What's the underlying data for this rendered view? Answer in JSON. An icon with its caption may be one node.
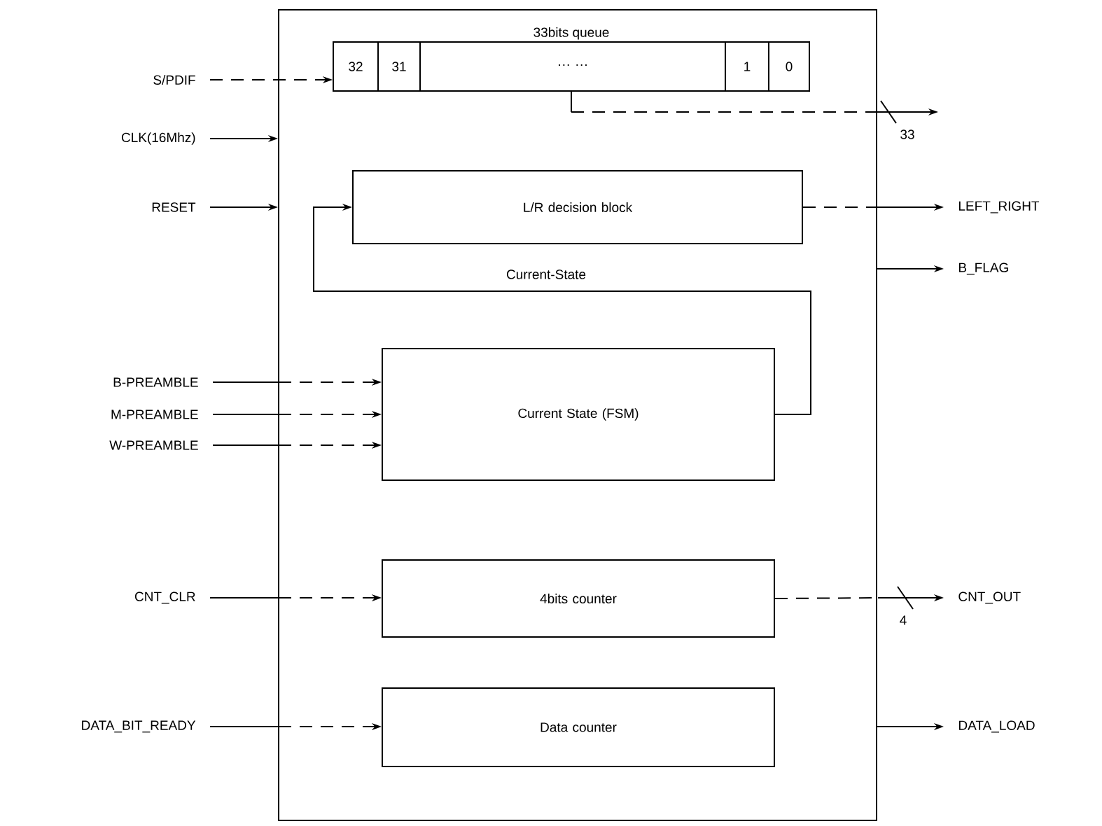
{
  "diagram": {
    "nodes": [
      {
        "text": [],
        "shape": "box"
      },
      {
        "text": [
          "33bits queue"
        ],
        "in": 0
      },
      {
        "text": [
          "32"
        ],
        "in": 1
      },
      {
        "text": [
          "31"
        ],
        "in": 1
      },
      {
        "text": [
          "··· ···"
        ],
        "in": 1
      },
      {
        "text": [
          "1"
        ],
        "in": 1
      },
      {
        "text": [
          "0"
        ],
        "in": 1
      },
      {
        "text": [
          "L/R decision block"
        ],
        "in": 0
      },
      {
        "text": [
          "Current State (FSM)"
        ],
        "in": 0
      },
      {
        "text": [
          "4bits counter"
        ],
        "in": 0
      },
      {
        "text": [
          "Data counter"
        ],
        "in": 0
      },
      {
        "text": [
          "S/PDIF"
        ]
      },
      {
        "text": [
          "CLK(16Mhz)"
        ]
      },
      {
        "text": [
          "RESET"
        ]
      },
      {
        "text": [
          "B-PREAMBLE"
        ]
      },
      {
        "text": [
          "M-PREAMBLE"
        ]
      },
      {
        "text": [
          "W-PREAMBLE"
        ]
      },
      {
        "text": [
          "CNT_CLR"
        ]
      },
      {
        "text": [
          "DATA_BIT_READY"
        ]
      },
      {
        "text": [
          "LEFT_RIGHT"
        ]
      },
      {
        "text": [
          "B_FLAG"
        ]
      },
      {
        "text": [
          "CNT_OUT"
        ]
      },
      {
        "text": [
          "DATA_LOAD"
        ]
      }
    ],
    "edges": [
      {
        "from": 11,
        "to": 2,
        "arrow": "to",
        "style": "dashed"
      },
      {
        "from": 1,
        "to": null,
        "arrow": "to",
        "style": "dashed",
        "label": "33"
      },
      {
        "from": 12,
        "to": 0,
        "arrow": "to"
      },
      {
        "from": 13,
        "to": 0,
        "arrow": "to"
      },
      {
        "from": 8,
        "to": 7,
        "arrow": "to",
        "label": "Current-State"
      },
      {
        "from": 14,
        "to": 8,
        "arrow": "to",
        "style": "dashed"
      },
      {
        "from": 15,
        "to": 8,
        "arrow": "to",
        "style": "dashed"
      },
      {
        "from": 16,
        "to": 8,
        "arrow": "to",
        "style": "dashed"
      },
      {
        "from": 7,
        "to": 19,
        "arrow": "to",
        "style": "dashed"
      },
      {
        "from": 0,
        "to": 20,
        "arrow": "to"
      },
      {
        "from": 17,
        "to": 9,
        "arrow": "to",
        "style": "dashed"
      },
      {
        "from": 9,
        "to": 21,
        "arrow": "to",
        "style": "dashed",
        "label": "4"
      },
      {
        "from": 18,
        "to": 10,
        "arrow": "to",
        "style": "dashed"
      },
      {
        "from": 0,
        "to": 22,
        "arrow": "to"
      }
    ]
  }
}
